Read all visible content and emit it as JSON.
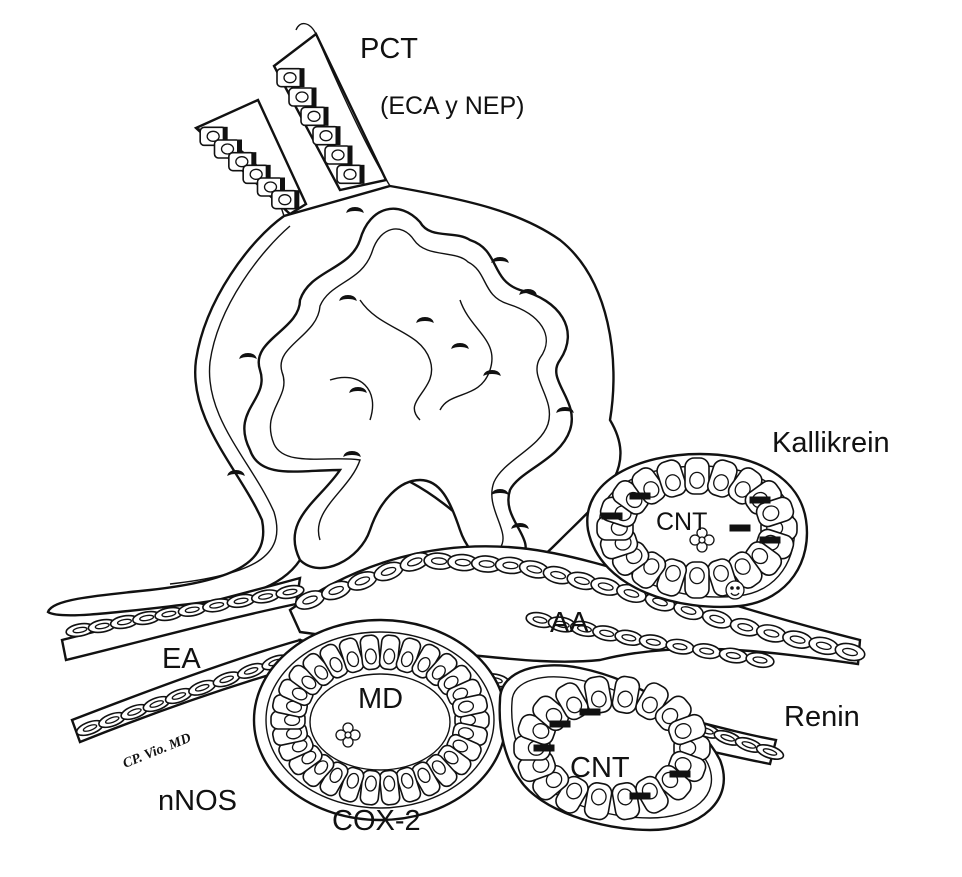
{
  "labels": {
    "pct": "PCT",
    "pct_enzymes": "(ECA y NEP)",
    "kallikrein": "Kallikrein",
    "cnt_top": "CNT",
    "aa": "AA",
    "ea": "EA",
    "md": "MD",
    "renin": "Renin",
    "cnt_bottom": "CNT",
    "nnos": "nNOS",
    "cox2": "COX-2",
    "signature": "CP. Vio. MD"
  },
  "colors": {
    "ink": "#111111",
    "background": "#ffffff"
  }
}
